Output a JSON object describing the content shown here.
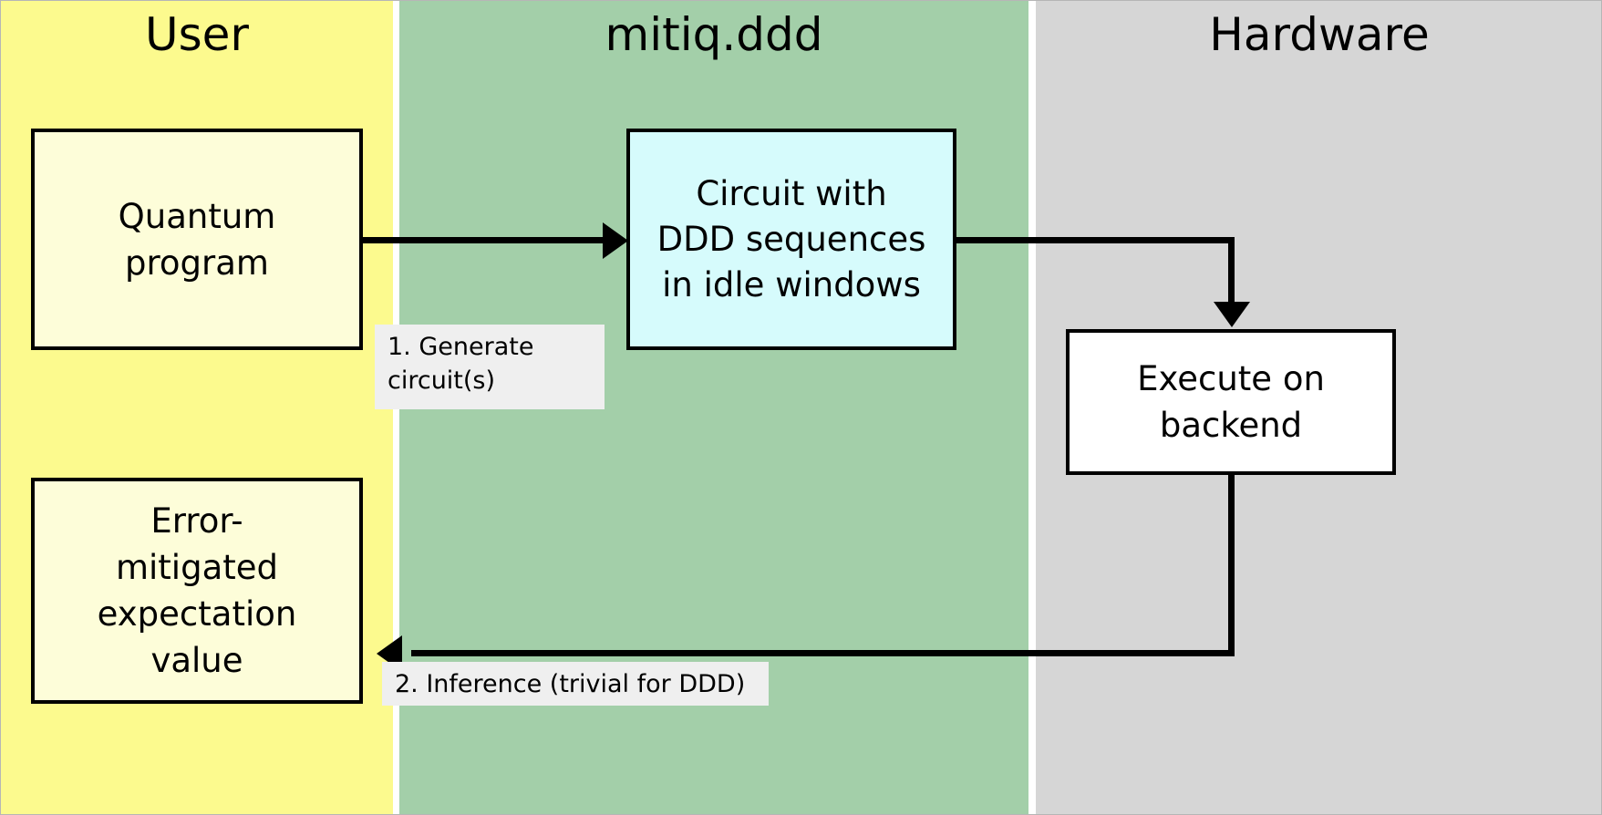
{
  "diagram": {
    "title": "mitiq DDD workflow swimlane diagram",
    "lanes": [
      {
        "id": "user",
        "title": "User",
        "color": "#fcfa8e"
      },
      {
        "id": "mitiq",
        "title": "mitiq.ddd",
        "color": "#a3cfa9"
      },
      {
        "id": "hardware",
        "title": "Hardware",
        "color": "#d6d6d6"
      }
    ],
    "nodes": [
      {
        "id": "quantum-program",
        "lane": "user",
        "text": "Quantum\nprogram",
        "fill": "#fdfdd9"
      },
      {
        "id": "circuit-ddd",
        "lane": "mitiq",
        "text": "Circuit with\nDDD sequences\nin idle windows",
        "fill": "#d6fbfc"
      },
      {
        "id": "execute-backend",
        "lane": "hardware",
        "text": "Execute on\nbackend",
        "fill": "#ffffff"
      },
      {
        "id": "error-mitigated",
        "lane": "user",
        "text": "Error-\nmitigated\nexpectation\nvalue",
        "fill": "#fdfdd9"
      }
    ],
    "edge_labels": [
      {
        "id": "generate",
        "text": "1. Generate\ncircuit(s)",
        "fill": "#efefef"
      },
      {
        "id": "inference",
        "text": "2. Inference (trivial for DDD)",
        "fill": "#efefef"
      }
    ],
    "edges": [
      {
        "id": "program-to-circuit",
        "from": "quantum-program",
        "to": "circuit-ddd",
        "label": "generate"
      },
      {
        "id": "circuit-to-execute",
        "from": "circuit-ddd",
        "to": "execute-backend",
        "label": ""
      },
      {
        "id": "execute-to-result",
        "from": "execute-backend",
        "to": "error-mitigated",
        "label": "inference"
      }
    ],
    "stroke_color": "#000000"
  }
}
